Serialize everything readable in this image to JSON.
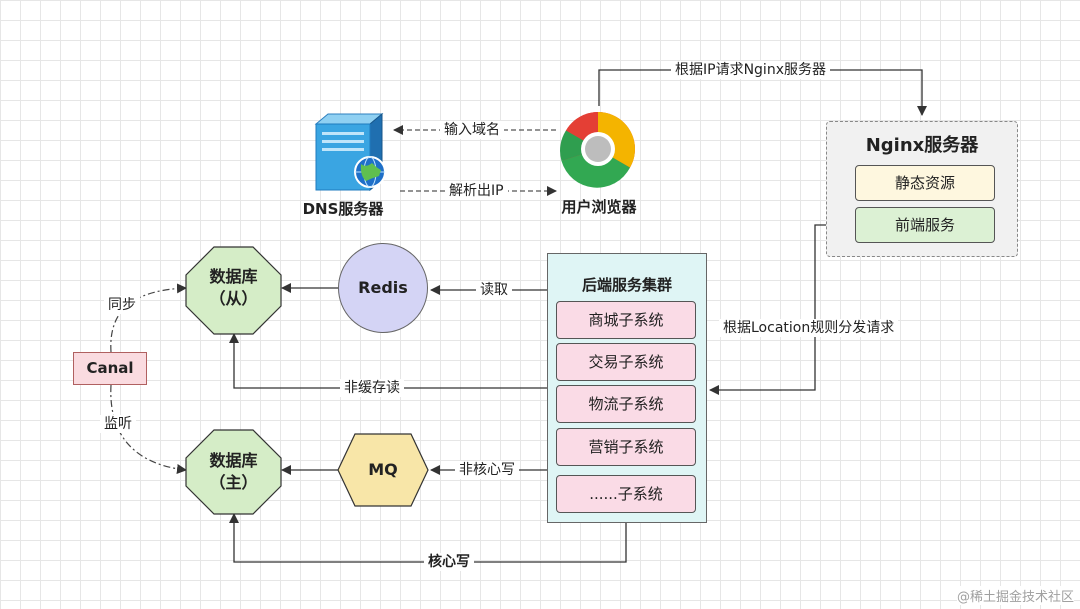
{
  "dns": {
    "label": "DNS服务器"
  },
  "browser": {
    "label": "用户浏览器"
  },
  "nginx": {
    "title": "Nginx服务器",
    "items": [
      "静态资源",
      "前端服务"
    ]
  },
  "backend": {
    "title": "后端服务集群",
    "items": [
      "商城子系统",
      "交易子系统",
      "物流子系统",
      "营销子系统",
      "......子系统"
    ]
  },
  "db_slave": {
    "line1": "数据库",
    "line2": "（从）"
  },
  "db_master": {
    "line1": "数据库",
    "line2": "（主）"
  },
  "redis": {
    "label": "Redis"
  },
  "mq": {
    "label": "MQ"
  },
  "canal": {
    "label": "Canal"
  },
  "edges": {
    "ip_request": "根据IP请求Nginx服务器",
    "input_domain": "输入域名",
    "resolve_ip": "解析出IP",
    "location_rule": "根据Location规则分发请求",
    "read": "读取",
    "non_cache_read": "非缓存读",
    "non_core_write": "非核心写",
    "core_write": "核心写",
    "sync": "同步",
    "listen": "监听"
  },
  "colors": {
    "db_fill": "#d5edc7",
    "redis_fill": "#d4d4f5",
    "mq_fill": "#f8e6a8",
    "sub_fill": "#fadbe6",
    "cluster_fill": "#dff5f5",
    "static_fill": "#fef7df",
    "frontend_fill": "#dcf1d4",
    "canal_fill": "#fadbe0"
  },
  "watermark": "@稀土掘金技术社区"
}
